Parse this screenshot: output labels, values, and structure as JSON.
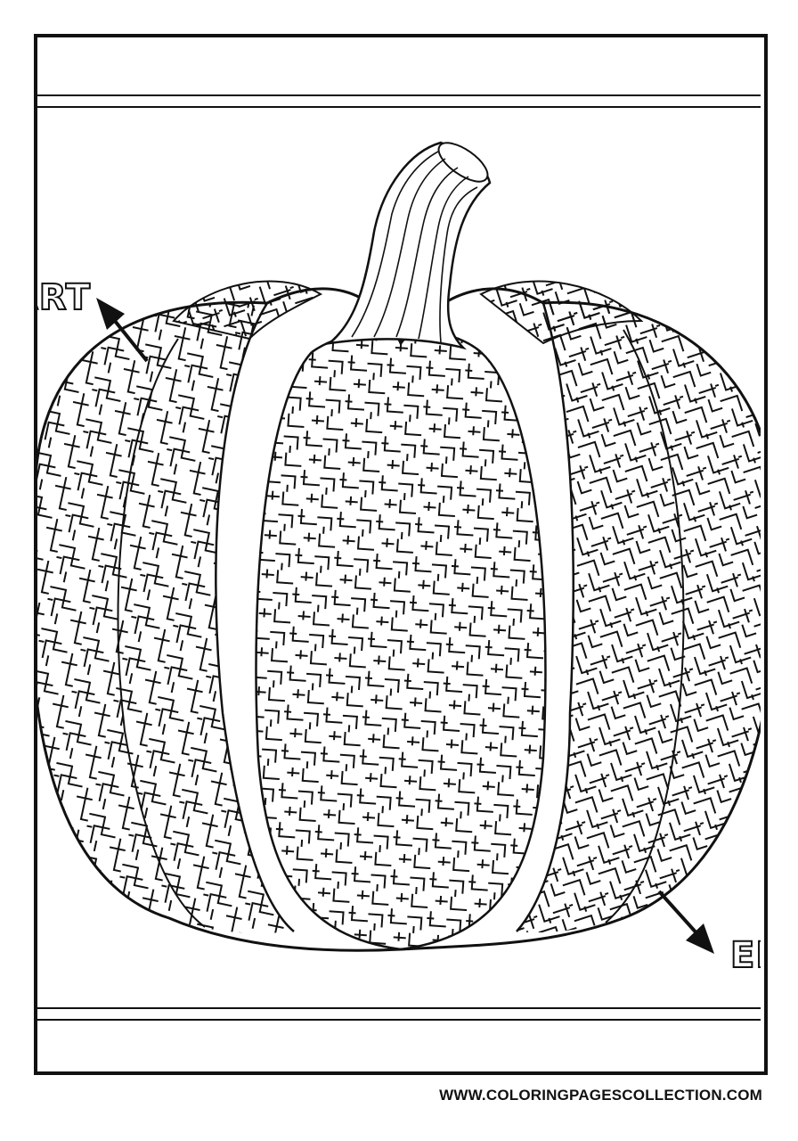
{
  "maze": {
    "start_label": "START",
    "end_label": "END",
    "subject": "pumpkin"
  },
  "footer": {
    "url": "WWW.COLORINGPAGESCOLLECTION.COM"
  },
  "colors": {
    "ink": "#111111",
    "paper": "#ffffff"
  }
}
